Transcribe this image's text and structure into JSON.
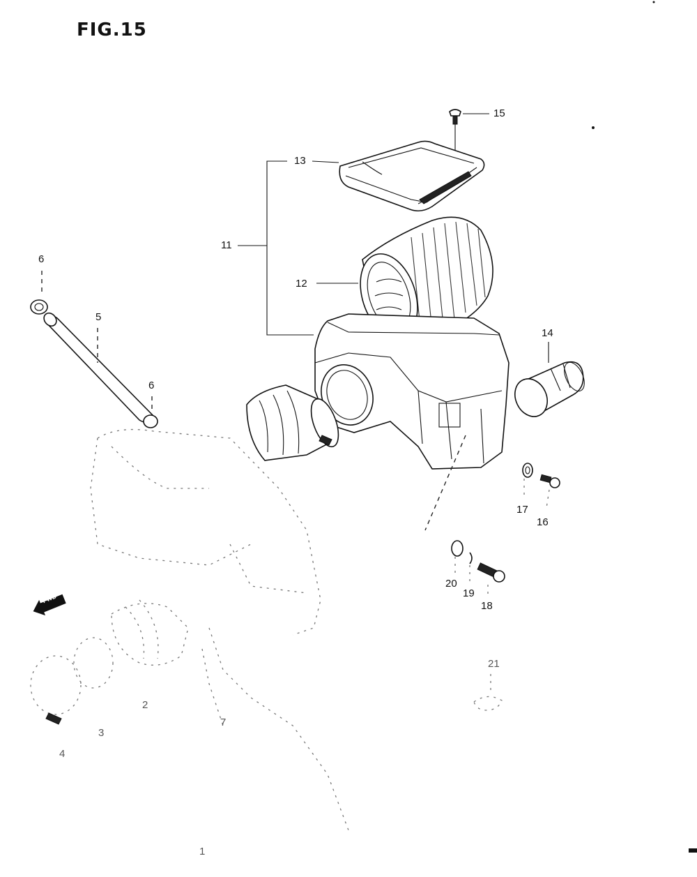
{
  "figure": {
    "title": "FIG.15"
  },
  "orientation": {
    "arrow_label": "FWD"
  },
  "callouts": [
    {
      "id": "c15",
      "text": "15"
    },
    {
      "id": "c13",
      "text": "13"
    },
    {
      "id": "c11",
      "text": "11"
    },
    {
      "id": "c12",
      "text": "12"
    },
    {
      "id": "c6a",
      "text": "6"
    },
    {
      "id": "c5",
      "text": "5"
    },
    {
      "id": "c6b",
      "text": "6"
    },
    {
      "id": "c14",
      "text": "14"
    },
    {
      "id": "c17",
      "text": "17"
    },
    {
      "id": "c16",
      "text": "16"
    },
    {
      "id": "c20",
      "text": "20"
    },
    {
      "id": "c19",
      "text": "19"
    },
    {
      "id": "c18",
      "text": "18"
    },
    {
      "id": "c21",
      "text": "21"
    },
    {
      "id": "c2",
      "text": "2"
    },
    {
      "id": "c3",
      "text": "3"
    },
    {
      "id": "c4",
      "text": "4"
    },
    {
      "id": "c7",
      "text": "7"
    },
    {
      "id": "c1",
      "text": "1"
    }
  ]
}
